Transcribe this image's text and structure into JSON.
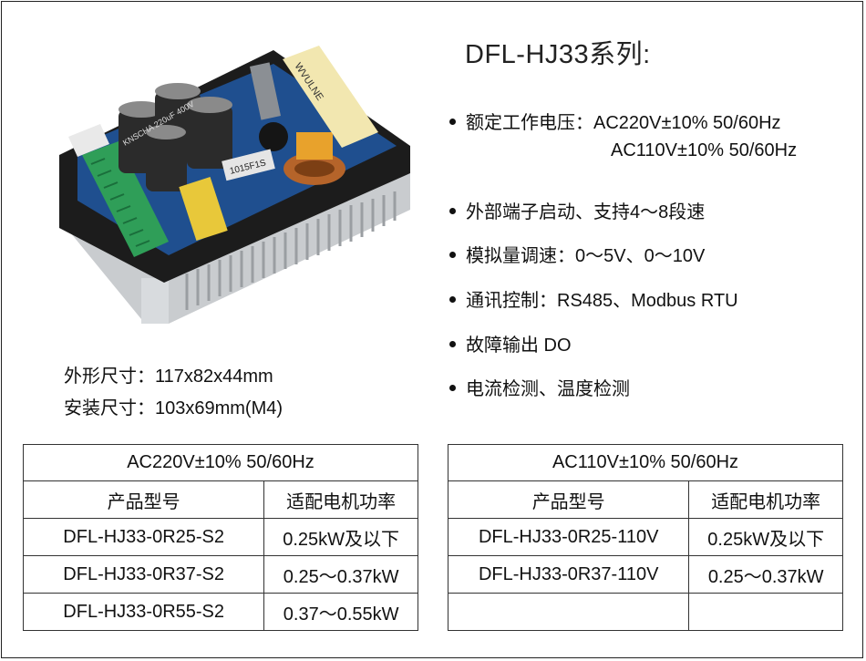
{
  "title": "DFL-HJ33系列:",
  "features": [
    "额定工作电压：AC220V±10%  50/60Hz",
    "AC110V±10%  50/60Hz",
    "外部端子启动、支持4～8段速",
    "模拟量调速：0～5V、0～10V",
    "通讯控制：RS485、Modbus RTU",
    "故障输出 DO",
    "电流检测、温度检测"
  ],
  "dimensions": {
    "outline": "外形尺寸：117x82x44mm",
    "mounting": "安装尺寸：103x69mm(M4)"
  },
  "photo": {
    "capacitor_text": "KNSCHA 220uF 400V",
    "chip_text": "1015F1S",
    "terminal_text": "WVULNE"
  },
  "table_220": {
    "header": "AC220V±10% 50/60Hz",
    "col_model": "产品型号",
    "col_power": "适配电机功率",
    "rows": [
      {
        "model": "DFL-HJ33-0R25-S2",
        "power": "0.25kW及以下"
      },
      {
        "model": "DFL-HJ33-0R37-S2",
        "power": "0.25～0.37kW"
      },
      {
        "model": "DFL-HJ33-0R55-S2",
        "power": "0.37～0.55kW"
      }
    ]
  },
  "table_110": {
    "header": "AC110V±10% 50/60Hz",
    "col_model": "产品型号",
    "col_power": "适配电机功率",
    "rows": [
      {
        "model": "DFL-HJ33-0R25-110V",
        "power": "0.25kW及以下"
      },
      {
        "model": "DFL-HJ33-0R37-110V",
        "power": "0.25～0.37kW"
      },
      {
        "model": "",
        "power": ""
      }
    ]
  }
}
